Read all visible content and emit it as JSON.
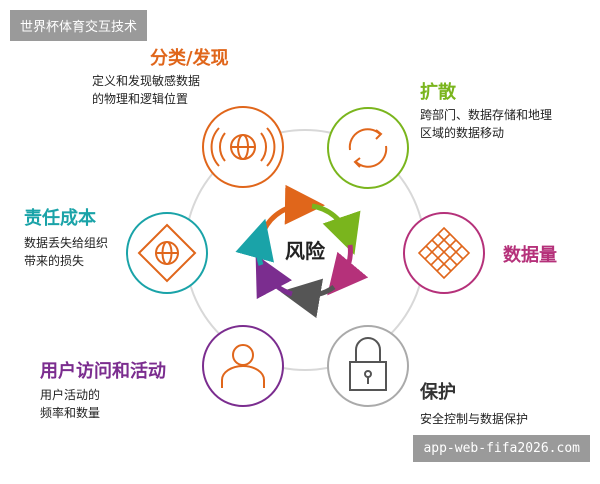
{
  "overlays": {
    "top_caption": "世界杯体育交互技术",
    "bottom_caption": "app-web-fifa2026.com"
  },
  "center": {
    "label": "风险"
  },
  "nodes": {
    "classify": {
      "title": "分类/发现",
      "desc_line1": "定义和发现敏感数据",
      "desc_line2": "的物理和逻辑位置",
      "color": "#e0661b"
    },
    "spread": {
      "title": "扩散",
      "desc_line1": "跨部门、数据存储和地理",
      "desc_line2": "区域的数据移动",
      "color": "#7ab51d"
    },
    "volume": {
      "title": "数据量",
      "color": "#b5317a"
    },
    "protect": {
      "title": "保护",
      "desc_line1": "安全控制与数据保护",
      "color": "#555555"
    },
    "access": {
      "title": "用户访问和活动",
      "desc_line1": "用户活动的",
      "desc_line2": "频率和数量",
      "color": "#7b2d8f"
    },
    "liability": {
      "title": "责任成本",
      "desc_line1": "数据丢失给组织",
      "desc_line2": "带来的损失",
      "color": "#1aa3a8"
    }
  },
  "colors": {
    "ring": "#d8d8d8",
    "icon_accent": "#e0661b",
    "icon_gray": "#555555"
  }
}
